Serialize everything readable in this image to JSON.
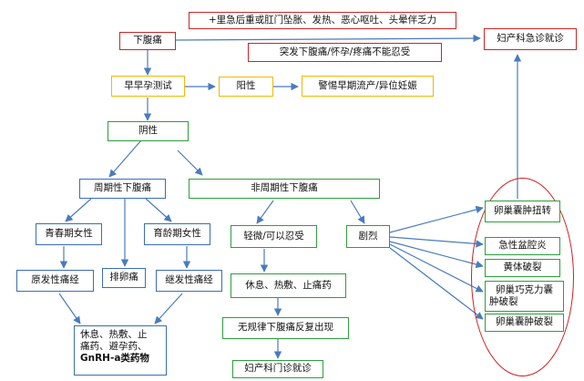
{
  "nodes": {
    "lower_abdominal_pain": "下腹痛",
    "emergency_symptoms": "+里急后重或肛门坠胀、发热、恶心呕吐、头晕伴乏力",
    "sudden_pain": "突发下腹痛/怀孕/疼痛不能忍受",
    "gyn_emergency": "妇产科急诊就诊",
    "early_pregnancy_test": "早早孕测试",
    "positive": "阳性",
    "warning": "警惕早期流产/异位妊娠",
    "negative": "阴性",
    "periodic_pain": "周期性下腹痛",
    "nonperiodic_pain": "非周期性下腹痛",
    "adolescent": "青春期女性",
    "childbearing": "育龄期女性",
    "ovulation_pain": "排卵痛",
    "primary_dysmenorrhea": "原发性痛经",
    "secondary_dysmenorrhea": "继发性痛经",
    "mild_tolerable": "轻微/可以忍受",
    "severe": "剧烈",
    "rest_heat_analgesic": "休息、热敷、止痛药",
    "recurrent_irregular": "无规律下腹痛反复出现",
    "gyn_outpatient": "妇产科门诊就诊",
    "treatment_line1": "休息、热敷、止",
    "treatment_line2": "痛药、避孕药、",
    "treatment_line3": "GnRH-a类药物",
    "ovarian_torsion": "卵巢囊肿扭转",
    "acute_pid": "急性盆腔炎",
    "corpus_luteum_rupture": "黄体破裂",
    "chocolate_cyst_line1": "卵巢巧克力囊",
    "chocolate_cyst_line2": "肿破裂",
    "ovarian_cyst_rupture": "卵巢囊肿破裂"
  },
  "colors": {
    "red": "#c62828",
    "green": "#2e9e3c",
    "blue": "#3a6fb0",
    "yellow": "#f2b705",
    "arrow": "#4a7bbd",
    "oval": "#d11f1f"
  }
}
